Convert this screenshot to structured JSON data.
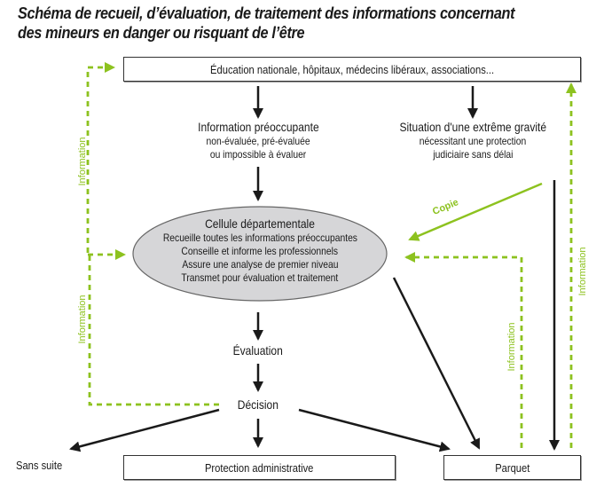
{
  "title": {
    "line1": "Schéma de recueil, d’évaluation, de traitement des informations concernant",
    "line2": "des mineurs en danger ou risquant de l’être"
  },
  "colors": {
    "green": "#8dc21f",
    "black": "#1a1a1a",
    "ellipse_fill": "#d6d6d8"
  },
  "nodes": {
    "sources": "Éducation nationale, hôpitaux, médecins libéraux, associations...",
    "information_preoccupante": {
      "title": "Information préoccupante",
      "line1": "non-évaluée, pré-évaluée",
      "line2": "ou impossible à évaluer"
    },
    "extreme_gravite": {
      "title": "Situation d'une extrême gravité",
      "line1": "nécessitant une protection",
      "line2": "judiciaire sans délai"
    },
    "cellule": {
      "title": "Cellule départementale",
      "lines": [
        "Recueille toutes les informations préoccupantes",
        "Conseille et informe les professionnels",
        "Assure une analyse de premier niveau",
        "Transmet pour évaluation et traitement"
      ]
    },
    "evaluation": "Évaluation",
    "decision": "Décision",
    "sans_suite": "Sans suite",
    "protection_administrative": "Protection administrative",
    "parquet": "Parquet"
  },
  "edge_labels": {
    "copie": "Copie",
    "information_left_top": "Information",
    "information_left_bottom": "Information",
    "information_right_inner": "Information",
    "information_right_outer": "Information"
  }
}
